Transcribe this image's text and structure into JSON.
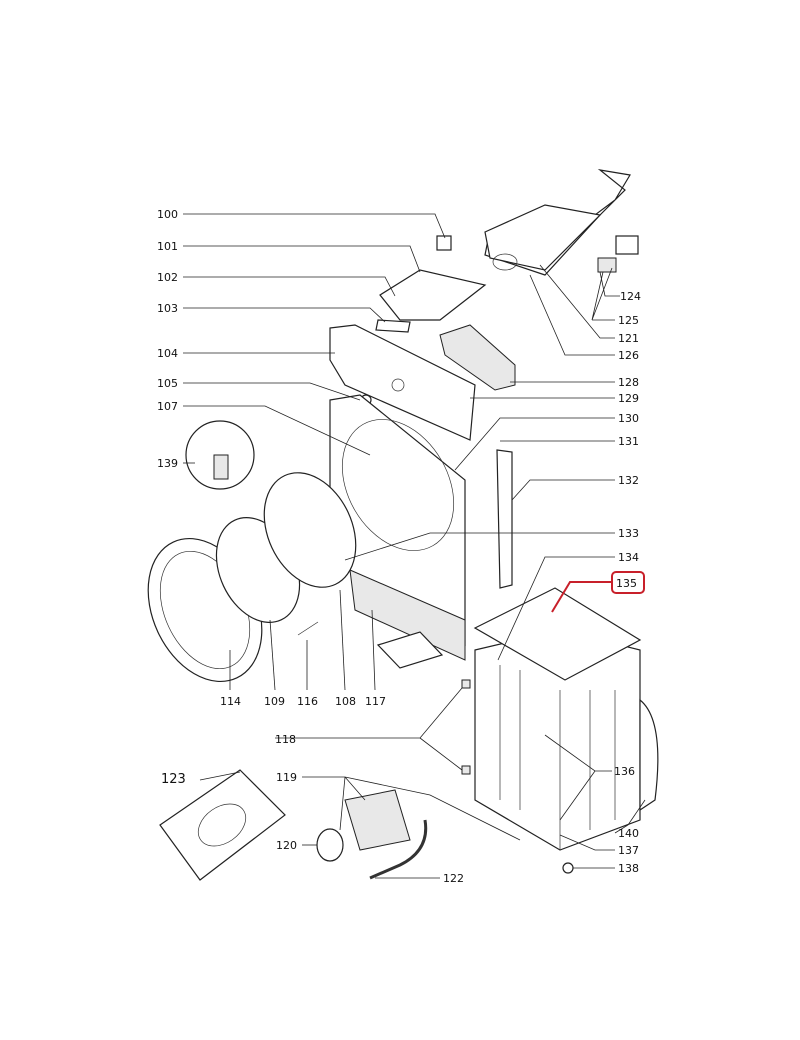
{
  "diagram": {
    "highlight_color": "#c8202a",
    "labels": {
      "p100": "100",
      "p101": "101",
      "p102": "102",
      "p103": "103",
      "p104": "104",
      "p105": "105",
      "p107": "107",
      "p108": "108",
      "p109": "109",
      "p114": "114",
      "p116": "116",
      "p117": "117",
      "p118": "118",
      "p119": "119",
      "p120": "120",
      "p121": "121",
      "p122": "122",
      "p123": "123",
      "p124": "124",
      "p125": "125",
      "p126": "126",
      "p128": "128",
      "p129": "129",
      "p130": "130",
      "p131": "131",
      "p132": "132",
      "p133": "133",
      "p134": "134",
      "p135": "135",
      "p136": "136",
      "p137": "137",
      "p138": "138",
      "p139": "139",
      "p140": "140"
    },
    "highlighted_part": "135"
  }
}
